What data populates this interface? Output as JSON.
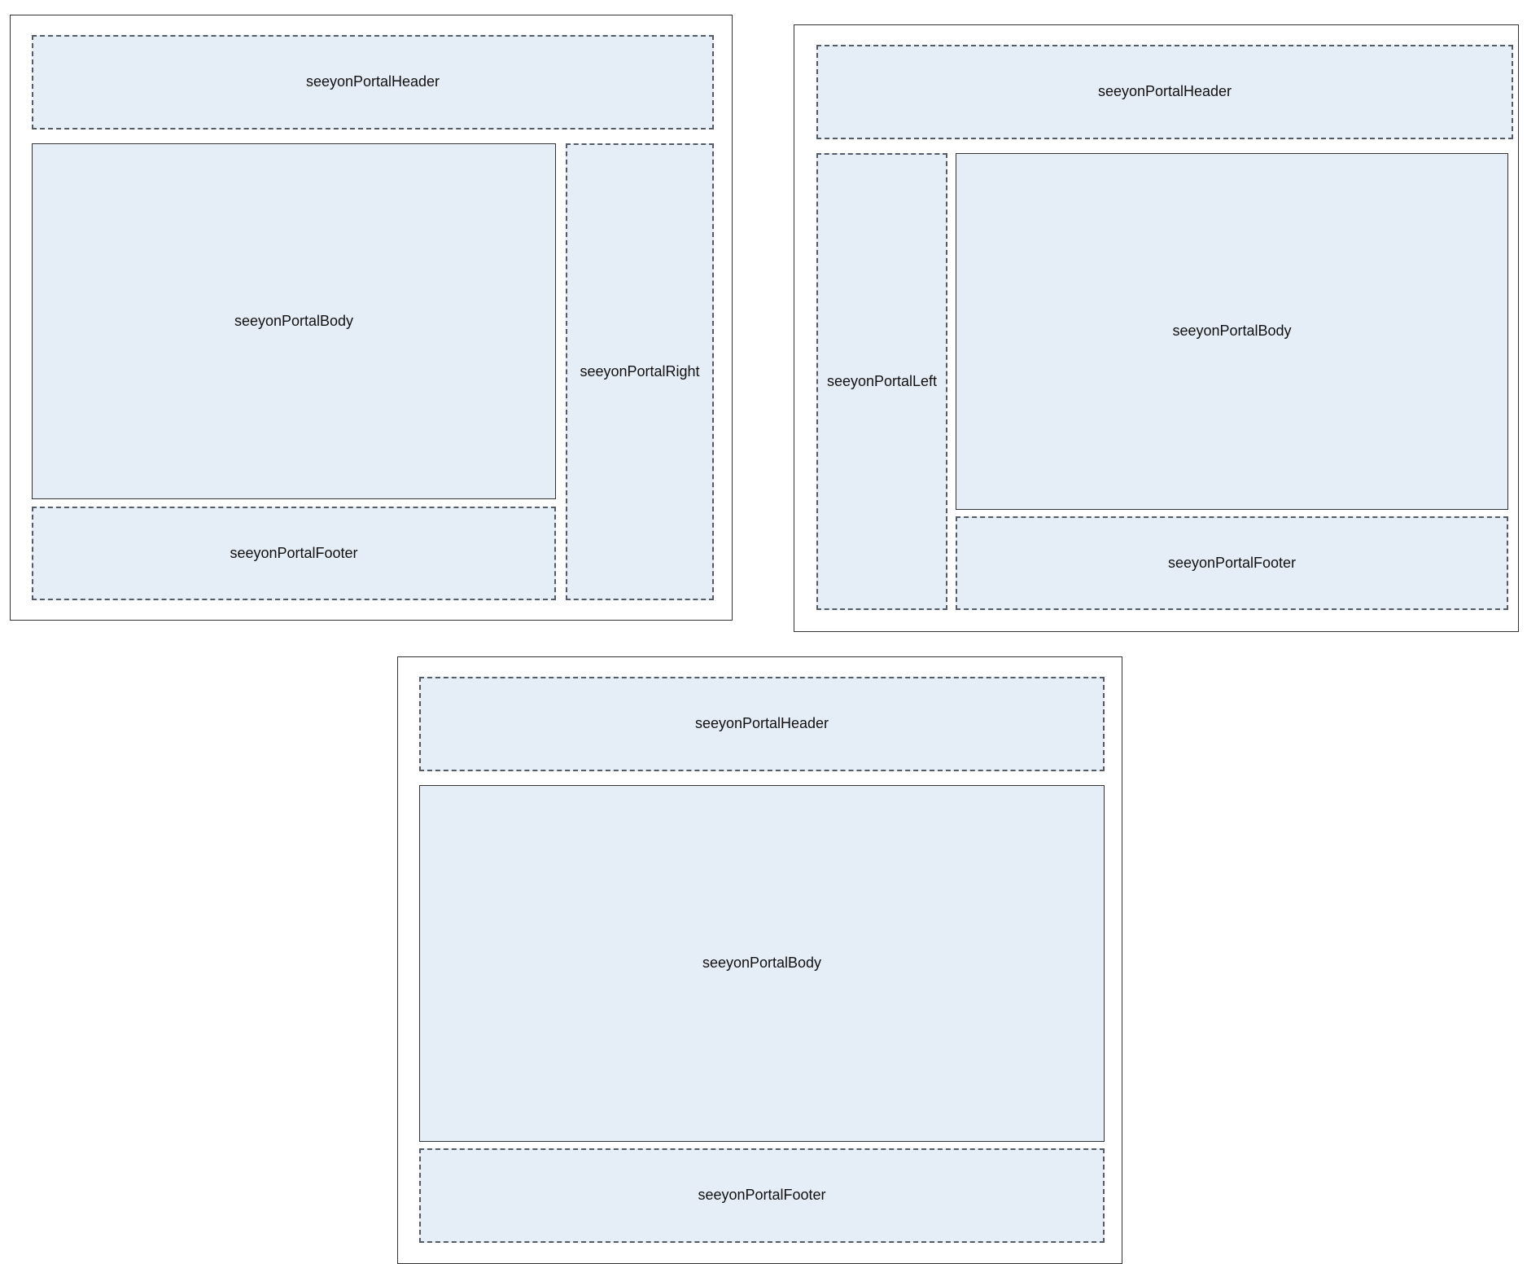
{
  "colors": {
    "region_fill": "#e5edf7",
    "frame_border": "#333333",
    "dashed_border": "#555b66",
    "background": "#ffffff"
  },
  "layouts": [
    {
      "header": "seeyonPortalHeader",
      "body": "seeyonPortalBody",
      "right": "seeyonPortalRight",
      "footer": "seeyonPortalFooter"
    },
    {
      "header": "seeyonPortalHeader",
      "left": "seeyonPortalLeft",
      "body": "seeyonPortalBody",
      "footer": "seeyonPortalFooter"
    },
    {
      "header": "seeyonPortalHeader",
      "body": "seeyonPortalBody",
      "footer": "seeyonPortalFooter"
    }
  ]
}
